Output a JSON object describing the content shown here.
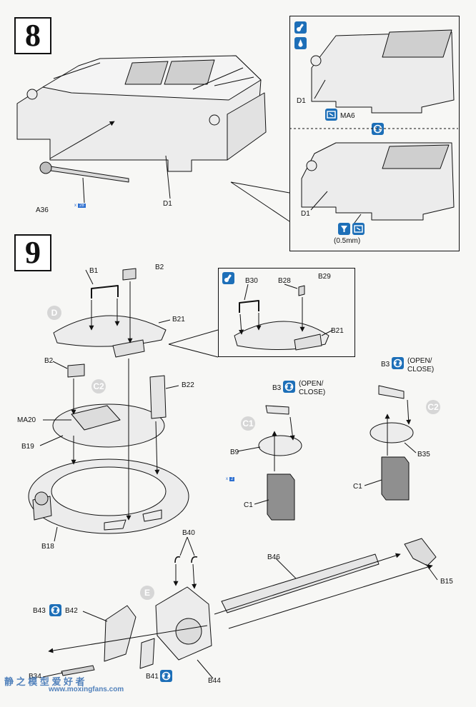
{
  "step8": {
    "number": "8",
    "labels": {
      "a36": "A36",
      "d1_main": "D1",
      "d1_inset_top": "D1",
      "ma6": "MA6",
      "d1_inset_bottom": "D1",
      "thickness": "(0.5mm)"
    },
    "chip": {
      "prefix": "x",
      "value": "28"
    }
  },
  "step9": {
    "number": "9",
    "labels": {
      "b1": "B1",
      "b2_top": "B2",
      "b21": "B21",
      "b2_mid": "B2",
      "b22": "B22",
      "ma20": "MA20",
      "b19": "B19",
      "b18": "B18",
      "b30": "B30",
      "b28": "B28",
      "b29": "B29",
      "b21_inset": "B21",
      "b3_left": "B3",
      "b3_right": "B3",
      "b9": "B9",
      "b35": "B35",
      "c1_left": "C1",
      "c1_right": "C1",
      "b40": "B40",
      "b46": "B46",
      "b43": "B43",
      "b42": "B42",
      "b15": "B15",
      "b34": "B34",
      "b41": "B41",
      "b44": "B44"
    },
    "open_close_left": [
      "(OPEN/",
      "CLOSE)"
    ],
    "open_close_right": [
      "(OPEN/",
      "CLOSE)"
    ],
    "circle_labels": {
      "d": "D",
      "c2_top": "C2",
      "c1": "C1",
      "c2_right": "C2",
      "e": "E"
    },
    "chip": {
      "prefix": "x",
      "value": "2"
    }
  },
  "watermark": {
    "line1": "静 之 模 型 爱 好 者",
    "line2": "www.moxingfans.com"
  },
  "colors": {
    "accent": "#1d6fb8",
    "line": "#111111",
    "part": "#e9e9e9",
    "marker": "#d6d6d6"
  },
  "icons": [
    "glue-icon",
    "drill-icon",
    "rotate-icon",
    "hatch-open-close-icon"
  ]
}
